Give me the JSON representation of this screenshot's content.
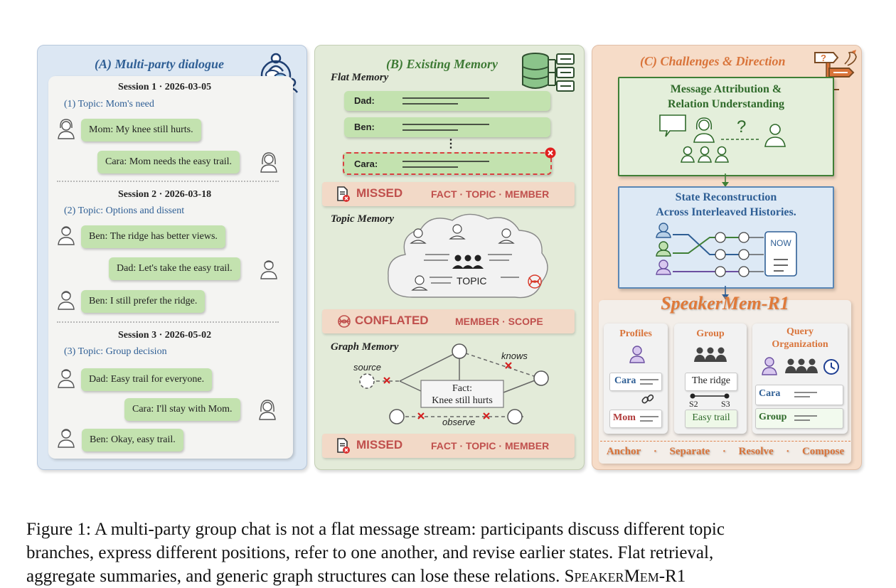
{
  "panel_a": {
    "title": "(A) Multi-party dialogue",
    "sessions": [
      {
        "header": "Session 1 · 2026-03-05",
        "topic": "(1) Topic: Mom's need",
        "messages": [
          "Mom: My knee still hurts.",
          "Cara: Mom needs the easy trail."
        ]
      },
      {
        "header": "Session 2 · 2026-03-18",
        "topic": "(2) Topic: Options and dissent",
        "messages": [
          "Ben: The ridge has better views.",
          "Dad: Let's take the easy trail.",
          "Ben: I still prefer the ridge."
        ]
      },
      {
        "header": "Session 3 · 2026-05-02",
        "topic": "(3) Topic: Group decision",
        "messages": [
          "Dad: Easy trail for everyone.",
          "Cara: I'll stay with Mom.",
          "Ben: Okay, easy trail."
        ]
      }
    ]
  },
  "panel_b": {
    "title": "(B) Existing Memory",
    "flat": {
      "heading": "Flat Memory",
      "entries": [
        "Dad:",
        "Ben:",
        "Cara:"
      ],
      "ellipsis": "⋮",
      "status": "MISSED",
      "status_detail": "FACT · TOPIC · MEMBER"
    },
    "topic": {
      "heading": "Topic Memory",
      "cloud_label": "TOPIC",
      "status": "CONFLATED",
      "status_detail": "MEMBER · SCOPE"
    },
    "graph": {
      "heading": "Graph Memory",
      "edge_source": "source",
      "edge_knows": "knows",
      "edge_observe": "observe",
      "fact_line1": "Fact:",
      "fact_line2": "Knee still hurts",
      "status": "MISSED",
      "status_detail": "FACT · TOPIC · MEMBER"
    }
  },
  "panel_c": {
    "title": "(C) Challenges & Direction",
    "box1_line1": "Message Attribution &",
    "box1_line2": "Relation Understanding",
    "box1_question": "?",
    "box2_line1": "State Reconstruction",
    "box2_line2": "Across Interleaved Histories.",
    "now_label": "NOW",
    "method_name": "SpeakerMem-R1",
    "profiles": {
      "title": "Profiles",
      "item1": "Cara",
      "item2": "Mom"
    },
    "group": {
      "title": "Group",
      "item1": "The ridge",
      "s2": "S2",
      "s3": "S3",
      "item2": "Easy trail"
    },
    "query": {
      "title_line1": "Query",
      "title_line2": "Organization",
      "item1": "Cara",
      "item2": "Group"
    },
    "steps": [
      "Anchor",
      "·",
      "Separate",
      "·",
      "Resolve",
      "·",
      "Compose"
    ]
  },
  "caption": {
    "line1": "Figure 1: A multi-party group chat is not a flat message stream: participants discuss different topic",
    "line2": "branches, express different positions, refer to one another, and revise earlier states. Flat retrieval,",
    "line3_start": "aggregate summaries, and generic graph structures can lose these relations.",
    "line3_sc": "SpeakerMem-R1"
  },
  "colors": {
    "blue_title": "#2f5f95",
    "green_title": "#3d7a34",
    "orange_title": "#d9743a",
    "error_red": "#c0504d",
    "bubble_green": "#c3e2af"
  }
}
